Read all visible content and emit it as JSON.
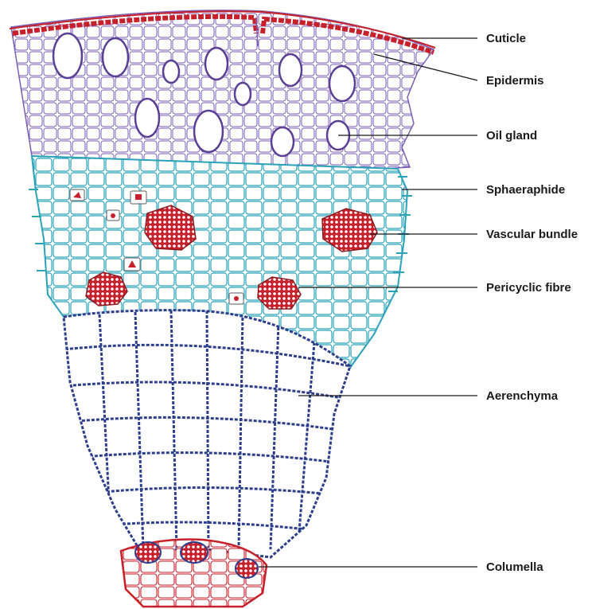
{
  "labels": {
    "cuticle": "Cuticle",
    "epidermis": "Epidermis",
    "oil_gland": "Oil gland",
    "sphaeraphide": "Sphaeraphide",
    "vascular_bundle": "Vascular bundle",
    "pericyclic_fibre": "Pericyclic fibre",
    "aerenchyma": "Aerenchyma",
    "columella": "Columella"
  },
  "colors": {
    "cuticle": "#c8202a",
    "epidermis": "#c8202a",
    "outer_cortex": "#7b5fb3",
    "oil_gland": "#5a3f94",
    "inner_cortex": "#2aa3b8",
    "vascular": "#c8202a",
    "aerenchyma": "#2c3e8c",
    "columella": "#c8202a",
    "leader": "#1a1a1a",
    "label_text": "#1a1a1a"
  }
}
